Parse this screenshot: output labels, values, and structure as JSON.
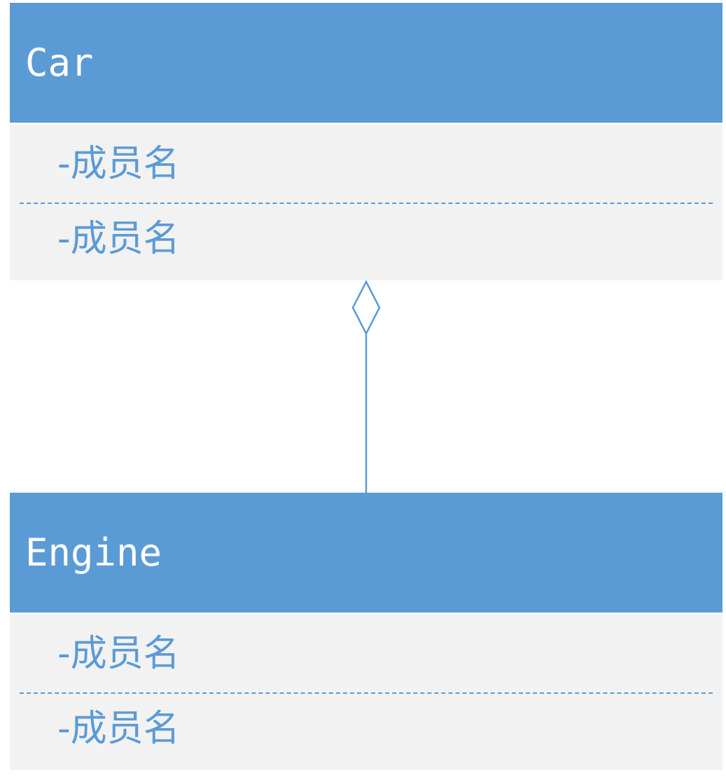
{
  "colors": {
    "header_fill": "#5b9bd5",
    "body_fill": "#f2f2f2",
    "member_text": "#5b9bd5",
    "connector": "#5b9bd5"
  },
  "classes": [
    {
      "name": "Car",
      "members": [
        "-成员名",
        "-成员名"
      ]
    },
    {
      "name": "Engine",
      "members": [
        "-成员名",
        "-成员名"
      ]
    }
  ],
  "relationship": {
    "type": "aggregation",
    "whole": "Car",
    "part": "Engine",
    "marker": "hollow-diamond"
  }
}
